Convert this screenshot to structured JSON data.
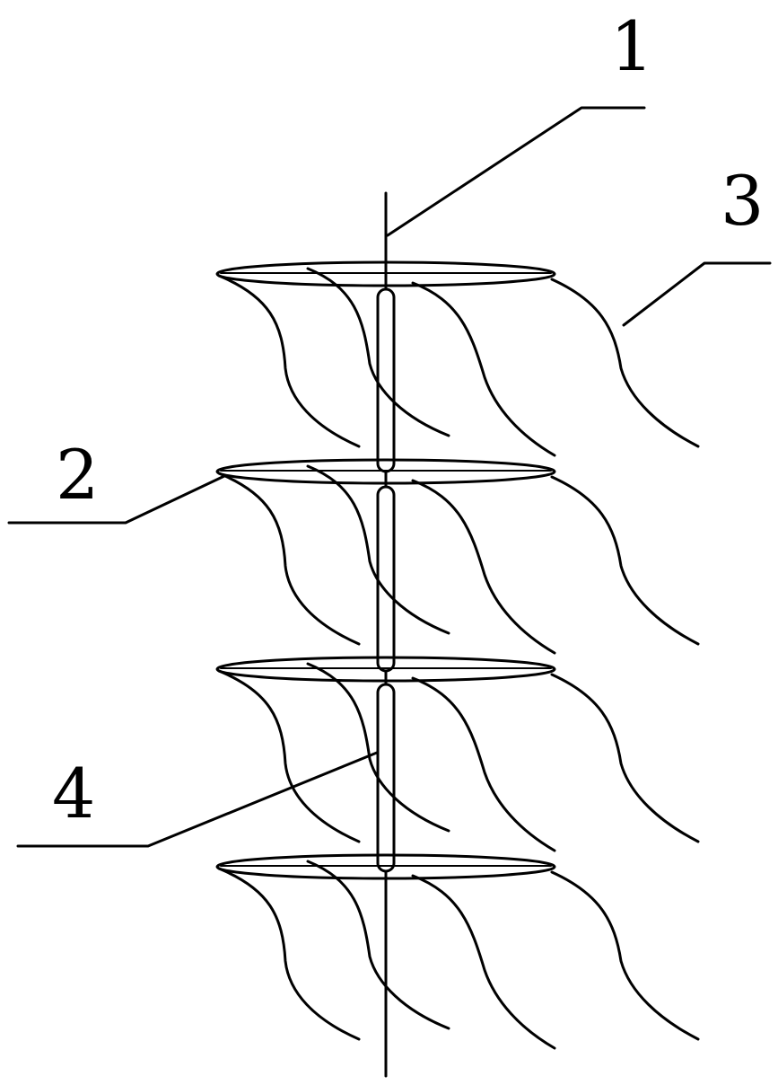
{
  "figure": {
    "labels": {
      "label_1": "1",
      "label_2": "2",
      "label_3": "3",
      "label_4": "4"
    }
  }
}
